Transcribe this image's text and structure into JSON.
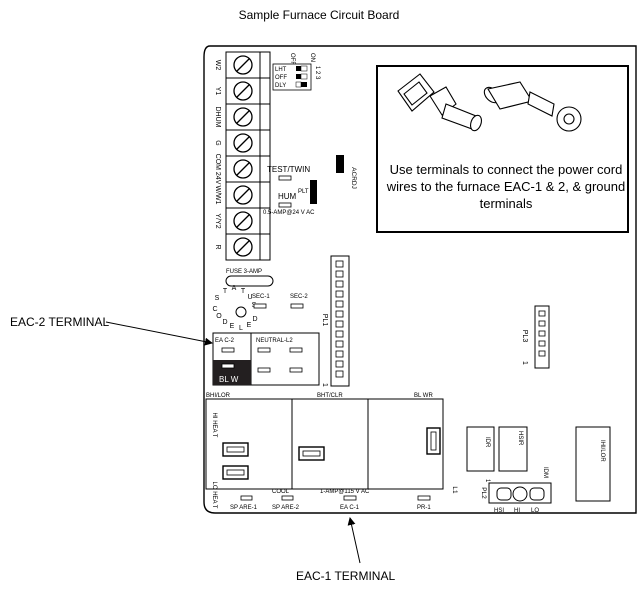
{
  "title": "Sample Furnace Circuit Board",
  "callouts": {
    "eac2": "EAC-2 TERMINAL",
    "eac1": "EAC-1 TERMINAL"
  },
  "note": "Use terminals to connect the power cord wires to the furnace EAC-1 & 2, & ground terminals",
  "terminal_strip": [
    "W2",
    "Y1",
    "DHUM",
    "G",
    "COM 24V",
    "W/W1",
    "Y/Y2",
    "R"
  ],
  "dip_switch": {
    "header": [
      "OFF",
      "ON"
    ],
    "rows": [
      "LHT",
      "OFF",
      "DLY"
    ],
    "positions": "1 2 3"
  },
  "labels": {
    "test_twin": "TEST/TWIN",
    "hum": "HUM",
    "plt": "PLT",
    "hum_rating": "0.5-AMP@24 V AC",
    "acrdj": "ACRDJ",
    "fuse": "FUSE 3-AMP",
    "status_code": "STATUS CODE",
    "sec1": "SEC-1",
    "sec2": "SEC-2",
    "pl1": "PL1",
    "pl3": "PL3",
    "eac2_small": "EA C-2",
    "neutral": "NEUTRAL-L2",
    "blw": "BL W",
    "bhi_lor": "BHI/LOR",
    "bht_clr": "BHT/CLR",
    "bl_wr": "BL WR",
    "hi_heat": "HI HEA T",
    "lo_heat": "LO HEA T",
    "cool": "COOL",
    "eac_rating": "1-AMP@115 V  AC",
    "eac1_small": "EA C-1",
    "spare1": "SP ARE-1",
    "spare2": "SP ARE-2",
    "pr1": "PR-1",
    "l1": "L1",
    "idr": "IDR",
    "hsir": "HSIR",
    "idm": "IDM",
    "ihi_lor": "IHI/LOR",
    "pl2": "PL2",
    "hsi": "HSI",
    "hi": "HI",
    "lo": "LO",
    "one": "1"
  }
}
